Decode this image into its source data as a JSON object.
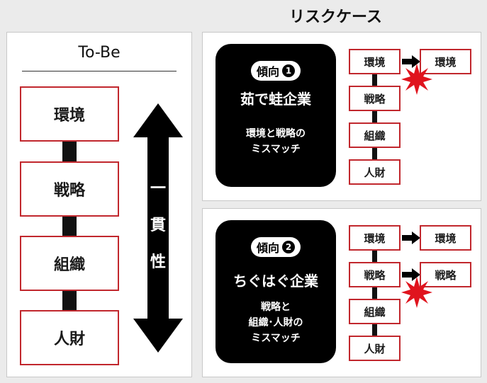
{
  "risk_header": "リスクケース",
  "tobe": {
    "title": "To-Be",
    "boxes": [
      "環境",
      "戦略",
      "組織",
      "人財"
    ],
    "arrow_label": [
      "一",
      "貫",
      "性"
    ]
  },
  "case1": {
    "badge_label": "傾向",
    "badge_number": "1",
    "title": "茹で蛙企業",
    "subtitle_lines": [
      "環境と戦略の",
      "ミスマッチ"
    ],
    "stack": [
      "環境",
      "戦略",
      "組織",
      "人財"
    ],
    "changed": "環境"
  },
  "case2": {
    "badge_label": "傾向",
    "badge_number": "2",
    "title": "ちぐはぐ企業",
    "subtitle_lines": [
      "戦略と",
      "組織･人財の",
      "ミスマッチ"
    ],
    "stack": [
      "環境",
      "戦略",
      "組織",
      "人財"
    ],
    "changed_top": "環境",
    "changed_second": "戦略"
  },
  "colors": {
    "accent_red": "#c1272d",
    "dark": "#000000",
    "panel": "#ffffff",
    "background": "#ebebeb"
  },
  "icons": [
    "double-headed-arrow-icon",
    "right-arrow-icon",
    "burst-icon"
  ]
}
